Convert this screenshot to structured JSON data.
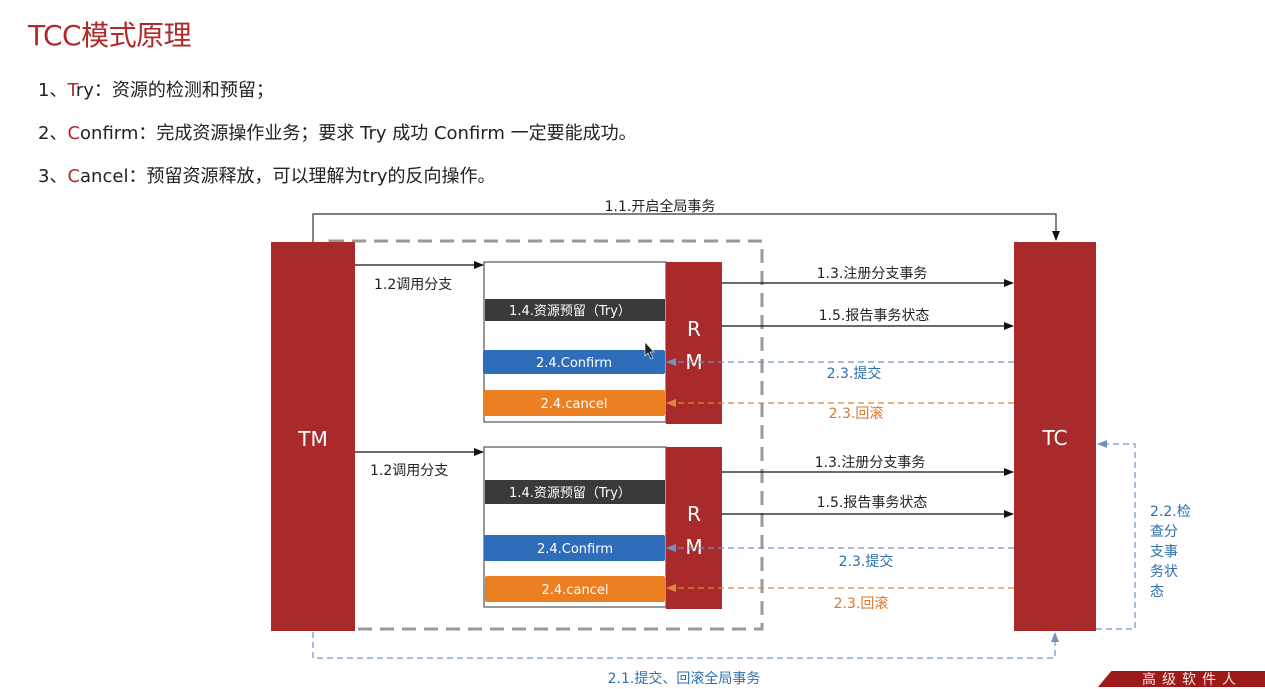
{
  "title": "TCC模式原理",
  "bullets": [
    {
      "num": "1、",
      "initial": "T",
      "rest": "ry：资源的检测和预留；"
    },
    {
      "num": "2、",
      "initial": "C",
      "rest": "onfirm：完成资源操作业务；要求 Try 成功 Confirm 一定要能成功。"
    },
    {
      "num": "3、",
      "initial": "C",
      "rest": "ancel：预留资源释放，可以理解为try的反向操作。"
    }
  ],
  "diagram": {
    "tm_label": "TM",
    "tc_label": "TC",
    "rm_label_r": "R",
    "rm_label_m": "M",
    "top_arrow_label": "1.1.开启全局事务",
    "bottom_arrow_label": "2.1.提交、回滚全局事务",
    "check_label": [
      "2.2.检",
      "查分",
      "支事",
      "务状",
      "态"
    ],
    "branches": [
      {
        "call_label": "1.2调用分支",
        "try_label": "1.4.资源预留（Try）",
        "confirm_label": "2.4.Confirm",
        "cancel_label": "2.4.cancel",
        "register_label": "1.3.注册分支事务",
        "report_label": "1.5.报告事务状态",
        "commit_label": "2.3.提交",
        "rollback_label": "2.3.回滚"
      },
      {
        "call_label": "1.2调用分支",
        "try_label": "1.4.资源预留（Try）",
        "confirm_label": "2.4.Confirm",
        "cancel_label": "2.4.cancel",
        "register_label": "1.3.注册分支事务",
        "report_label": "1.5.报告事务状态",
        "commit_label": "2.3.提交",
        "rollback_label": "2.3.回滚"
      }
    ]
  },
  "logo_text": "高级软件人",
  "colors": {
    "accent": "#b02a2a",
    "blue_dash": "#6d93c4",
    "orange_dash": "#e0873a",
    "confirm": "#2e6dba",
    "cancel": "#ec7f22",
    "try": "#3a3a3a",
    "blue_text": "#2d6fae",
    "orange_text": "#d9752a"
  }
}
